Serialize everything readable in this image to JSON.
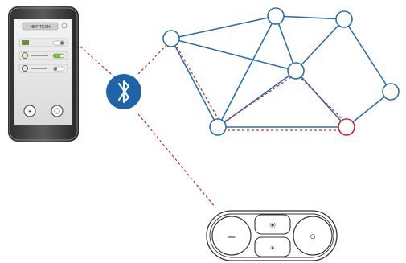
{
  "phone": {
    "app_title": "HBP TECH",
    "rows": [
      {
        "label": "",
        "toggle": "on"
      },
      {
        "label": "",
        "toggle": "on"
      },
      {
        "label": "",
        "toggle": "off"
      }
    ]
  },
  "bluetooth": {
    "icon": "bluetooth-icon",
    "color": "#1f63a8"
  },
  "mesh": {
    "link_color": "#2c6fa6",
    "highlight_path_color": "#d3262d",
    "target_node_color": "#d3262d"
  },
  "remote": {
    "left_symbol": "–",
    "top_symbol": "☀",
    "bottom_symbol": "☀",
    "right_symbol": "○"
  }
}
